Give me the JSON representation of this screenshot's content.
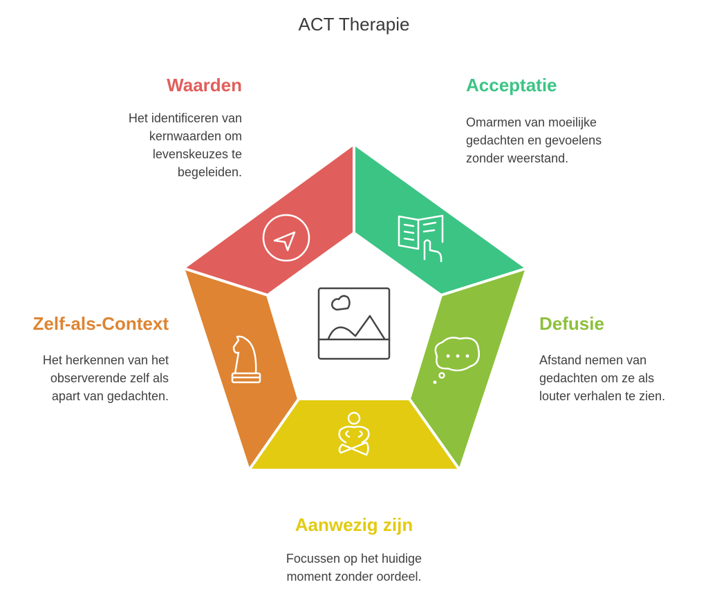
{
  "title": "ACT Therapie",
  "colors": {
    "waarden": "#E05F5C",
    "acceptatie": "#3CC485",
    "defusie": "#8DC03C",
    "aanwezig": "#E2CB10",
    "zelf": "#DE8432"
  },
  "sections": {
    "waarden": {
      "heading": "Waarden",
      "lines": [
        "Het identificeren van",
        "kernwaarden om",
        "levenskeuzes te",
        "begeleiden."
      ],
      "icon": "navigation-icon"
    },
    "acceptatie": {
      "heading": "Acceptatie",
      "lines": [
        "Omarmen van moeilijke",
        "gedachten en gevoelens",
        "zonder weerstand."
      ],
      "icon": "book-icon"
    },
    "defusie": {
      "heading": "Defusie",
      "lines": [
        "Afstand nemen van",
        "gedachten om ze als",
        "louter verhalen te zien."
      ],
      "icon": "thought-bubble-icon"
    },
    "aanwezig": {
      "heading": "Aanwezig zijn",
      "lines": [
        "Focussen op het huidige",
        "moment zonder oordeel."
      ],
      "icon": "meditation-icon"
    },
    "zelf": {
      "heading": "Zelf-als-Context",
      "lines": [
        "Het herkennen van het",
        "observerende zelf als",
        "apart van gedachten."
      ],
      "icon": "chess-knight-icon"
    }
  },
  "center_icon": "image-icon"
}
